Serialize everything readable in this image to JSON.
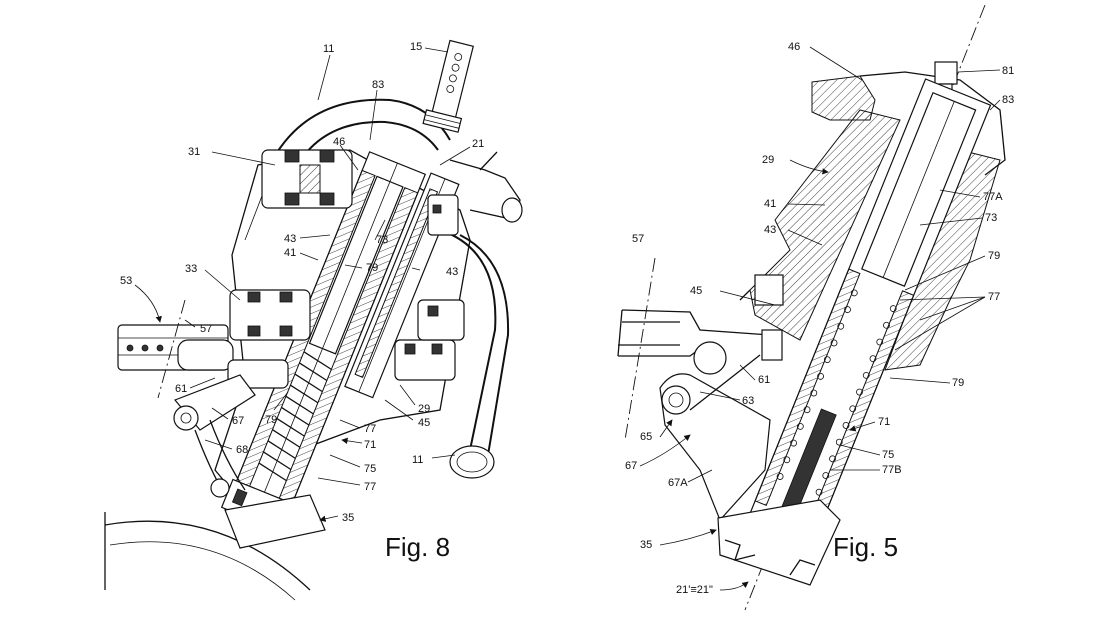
{
  "figures": [
    {
      "caption": "Fig. 8",
      "labels": [
        "11",
        "15",
        "83",
        "31",
        "46",
        "21",
        "43",
        "73",
        "41",
        "79",
        "33",
        "53",
        "57",
        "61",
        "67",
        "68",
        "29",
        "45",
        "77",
        "71",
        "75",
        "35"
      ]
    },
    {
      "caption": "Fig. 5",
      "labels": [
        "46",
        "81",
        "83",
        "29",
        "77A",
        "41",
        "73",
        "43",
        "57",
        "79",
        "45",
        "77",
        "61",
        "63",
        "65",
        "71",
        "67",
        "75",
        "77B",
        "67A",
        "35",
        "21'≡21\""
      ]
    }
  ]
}
